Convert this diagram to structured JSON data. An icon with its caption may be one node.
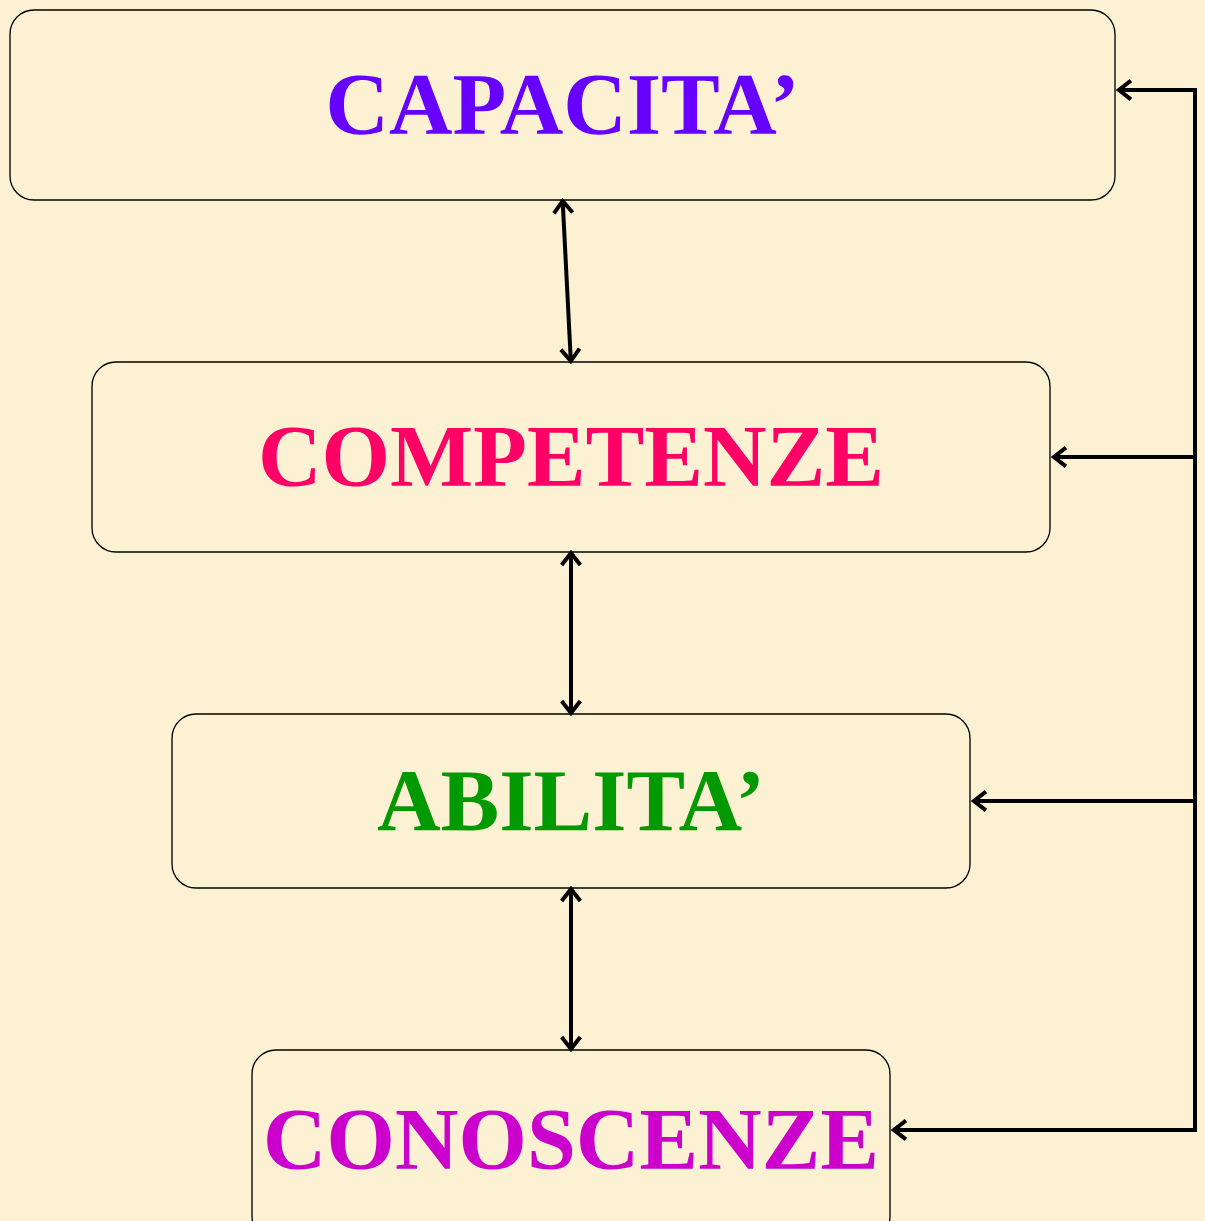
{
  "diagram": {
    "nodes": [
      {
        "text": [
          "CAPACITA’"
        ]
      },
      {
        "text": [
          "COMPETENZE"
        ]
      },
      {
        "text": [
          "ABILITA’"
        ]
      },
      {
        "text": [
          "CONOSCENZE"
        ]
      }
    ],
    "edges": [
      {
        "from": 0,
        "to": 1,
        "arrow": "both"
      },
      {
        "from": 1,
        "to": 2,
        "arrow": "both"
      },
      {
        "from": 2,
        "to": 3,
        "arrow": "both"
      },
      {
        "from": null,
        "to": 0,
        "arrow": "to"
      },
      {
        "from": null,
        "to": 1,
        "arrow": "to"
      },
      {
        "from": null,
        "to": 2,
        "arrow": "to"
      },
      {
        "from": null,
        "to": 3,
        "arrow": "to"
      }
    ]
  }
}
